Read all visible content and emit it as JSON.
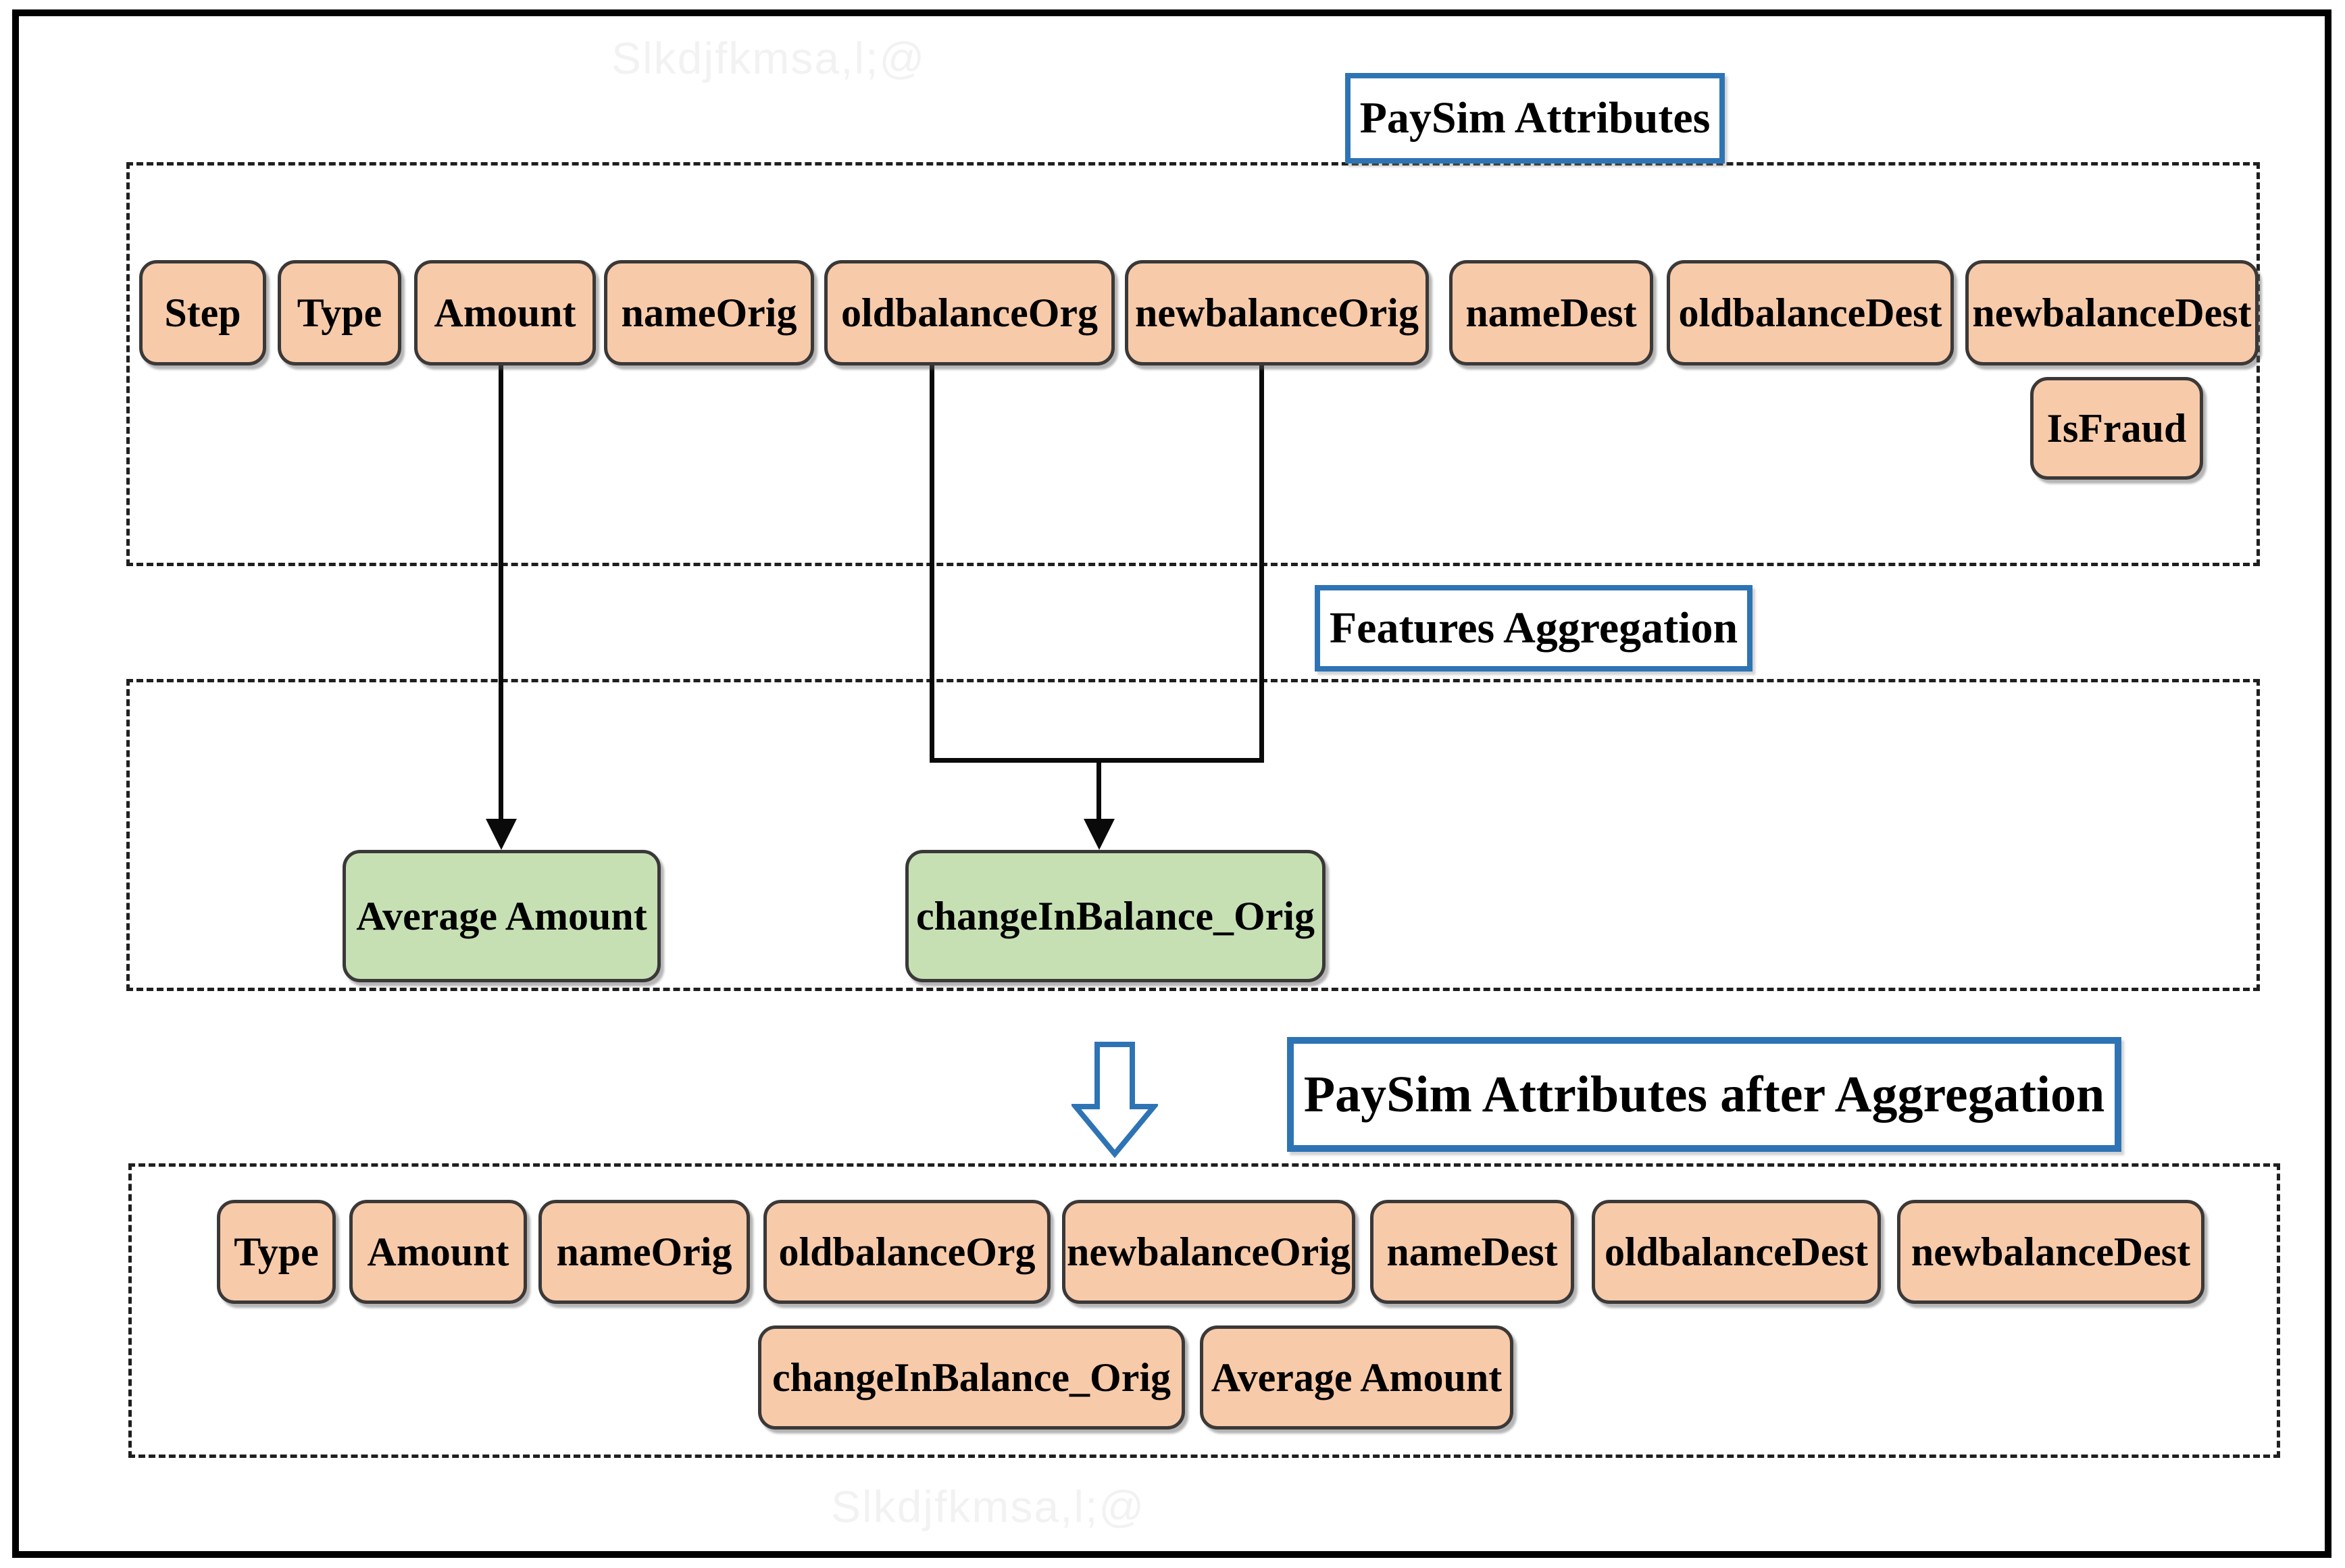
{
  "watermarks": {
    "top": "Slkdjfkmsa,l;@",
    "bottom": "Slkdjfkmsa,l;@"
  },
  "colors": {
    "attribute_fill": "#F7CAA9",
    "feature_fill": "#C6E0B4",
    "title_border_blue": "#2E74B5",
    "box_border": "#3B3838",
    "line_black": "#0a0a0a"
  },
  "paysim_attributes": {
    "title": "PaySim Attributes",
    "row": [
      "Step",
      "Type",
      "Amount",
      "nameOrig",
      "oldbalanceOrg",
      "newbalanceOrig",
      "nameDest",
      "oldbalanceDest",
      "newbalanceDest"
    ],
    "extra": "IsFraud"
  },
  "features_aggregation": {
    "title": "Features Aggregation",
    "boxes": [
      "Average Amount",
      "changeInBalance_Orig"
    ]
  },
  "after_aggregation": {
    "title": "PaySim Attributes after Aggregation",
    "row1": [
      "Type",
      "Amount",
      "nameOrig",
      "oldbalanceOrg",
      "newbalanceOrig",
      "nameDest",
      "oldbalanceDest",
      "newbalanceDest"
    ],
    "row2": [
      "changeInBalance_Orig",
      "Average Amount"
    ]
  }
}
